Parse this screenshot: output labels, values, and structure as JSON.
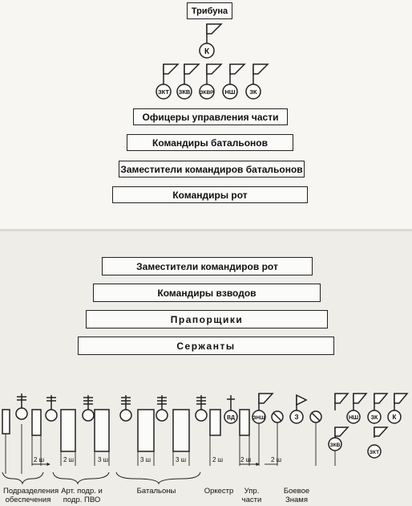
{
  "tribune": "Трибуна",
  "commander": "К",
  "deputies_top": [
    "ЗКТ",
    "ЗКВ",
    "ЗКВР",
    "НШ",
    "ЗК"
  ],
  "ranks_top": [
    "Офицеры управления части",
    "Командиры батальонов",
    "Заместители командиров батальонов",
    "Командиры рот"
  ],
  "ranks_bottom": [
    "Заместители командиров рот",
    "Командиры взводов",
    "Прапорщики",
    "Сержанты"
  ],
  "formation": {
    "circles": [
      "ВД",
      "ЗНШ",
      "З",
      "НШ",
      "ЗК",
      "К",
      "ЗКВ",
      "ЗКТ"
    ],
    "spacing": [
      "2 ш",
      "2 ш",
      "3 ш",
      "3 ш",
      "3 ш",
      "2 ш",
      "2 ш",
      "2 ш"
    ]
  },
  "groups": [
    "Подразделения обеспечения",
    "Арт. подр. и подр. ПВО",
    "Батальоны",
    "Оркестр",
    "Упр. части",
    "Боевое Знамя"
  ]
}
